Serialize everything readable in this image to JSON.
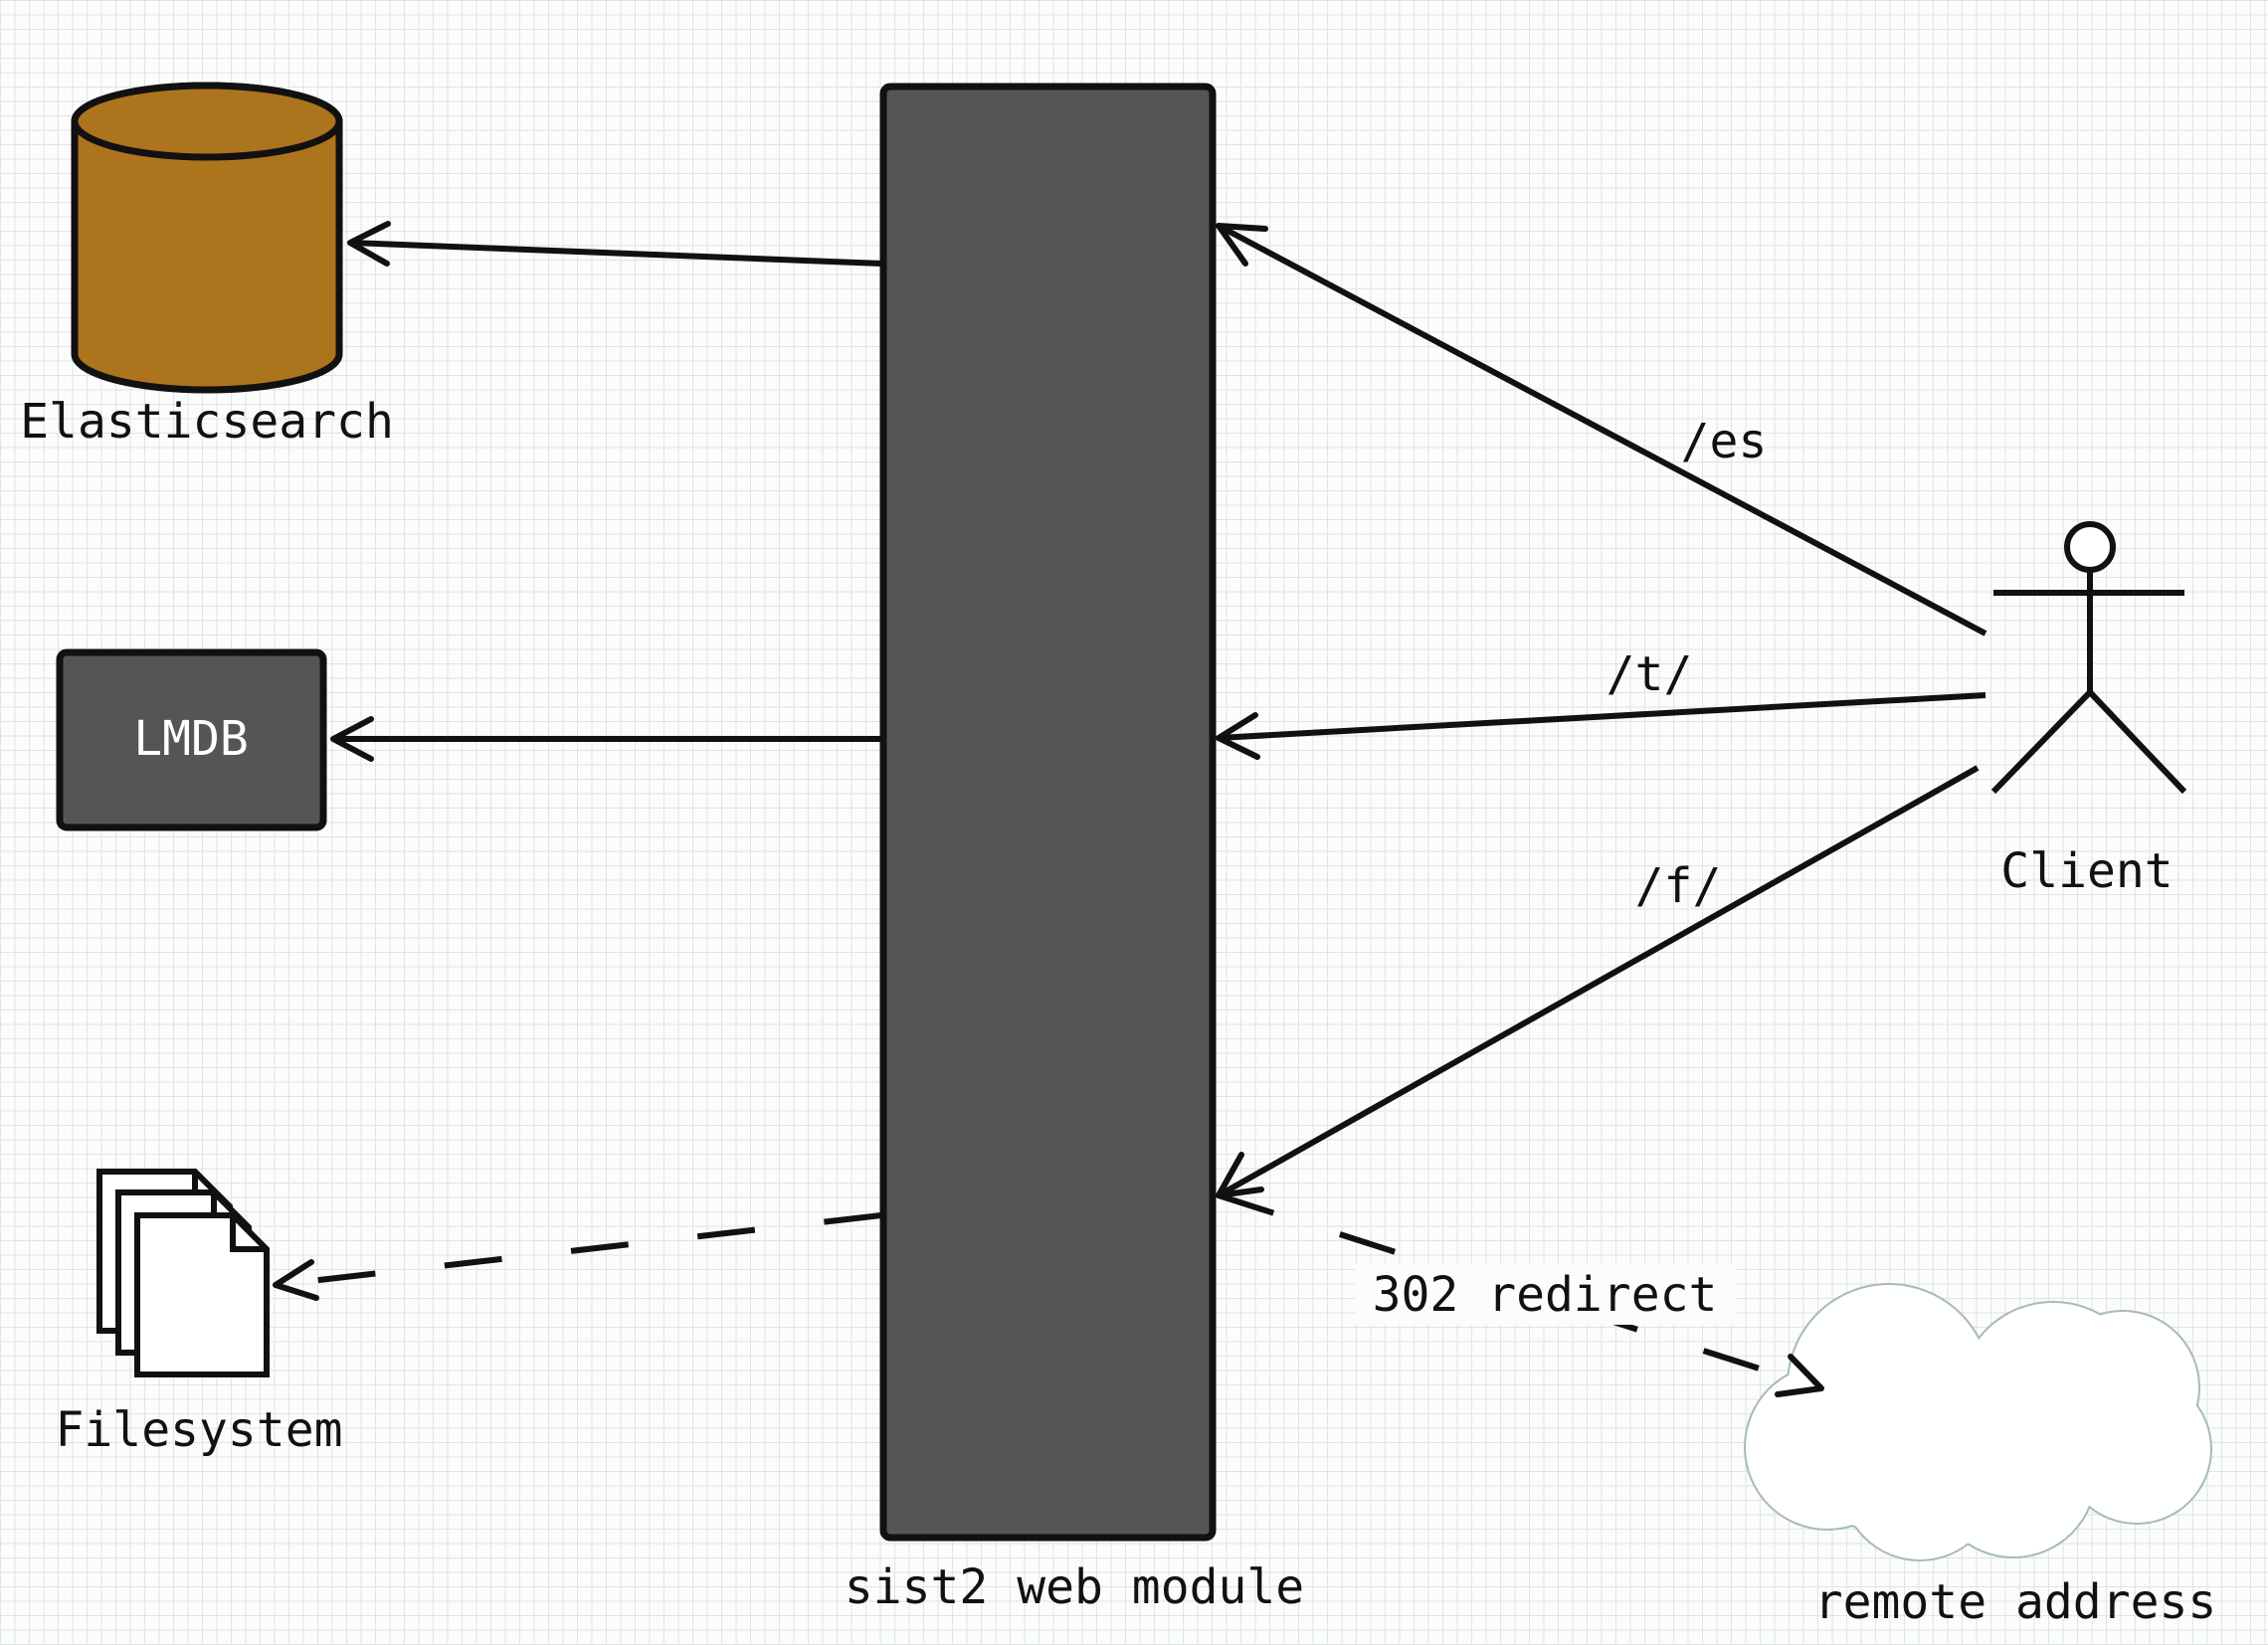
{
  "colors": {
    "module_fill": "#555555",
    "database_fill": "#ad741e",
    "lmdb_fill": "#555555",
    "cloud_stroke": "#a7b9c0",
    "line": "#111111"
  },
  "nodes": {
    "elasticsearch": {
      "label": "Elasticsearch",
      "icon": "database-cylinder-icon"
    },
    "lmdb": {
      "label": "LMDB"
    },
    "filesystem": {
      "label": "Filesystem",
      "icon": "stacked-documents-icon"
    },
    "module": {
      "label": "sist2 web module"
    },
    "client": {
      "label": "Client",
      "icon": "stick-figure-actor-icon"
    },
    "remote": {
      "label": "remote address",
      "icon": "cloud-icon"
    }
  },
  "edges": {
    "es": {
      "label": "/es"
    },
    "thumbnails": {
      "label": "/t/"
    },
    "files": {
      "label": "/f/"
    },
    "redirect": {
      "label": "302 redirect"
    }
  }
}
